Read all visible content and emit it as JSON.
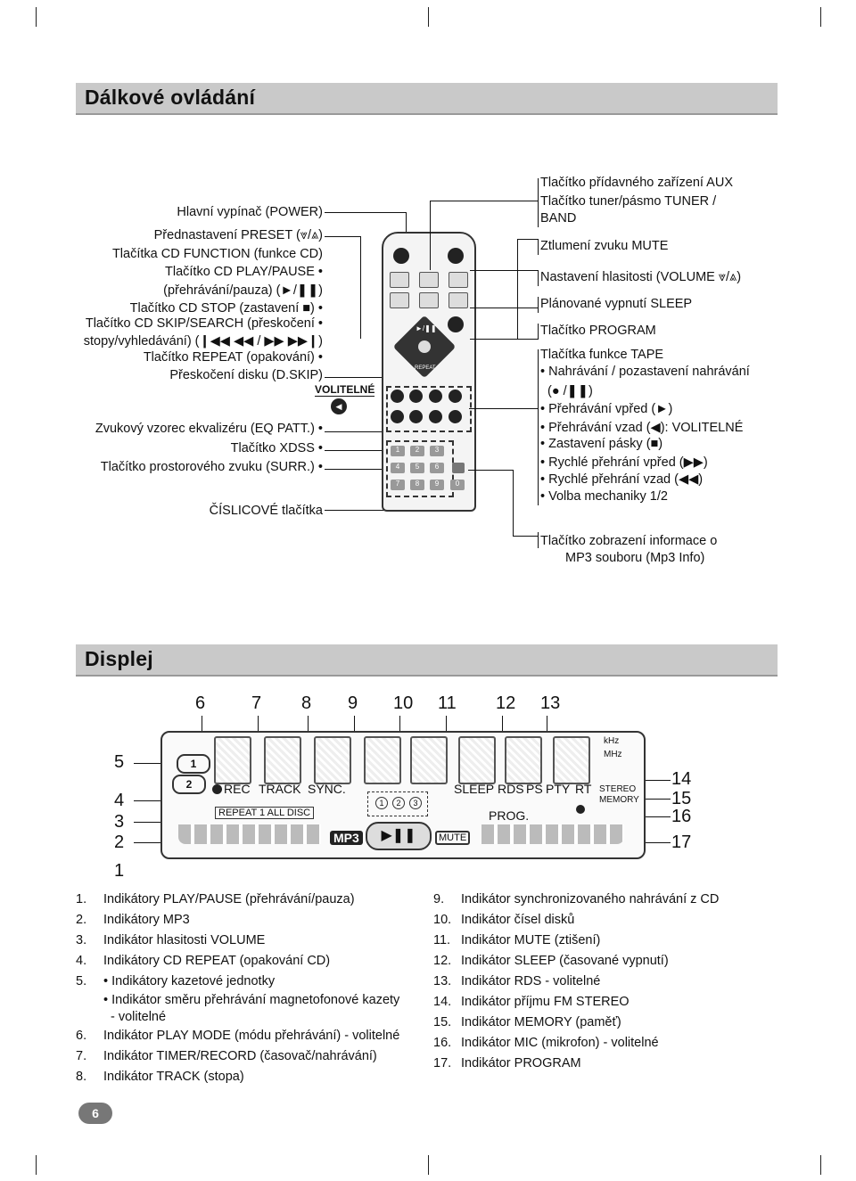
{
  "section1": {
    "title": "Dálkové ovládání"
  },
  "remote": {
    "left_labels": [
      "Hlavní vypínač (POWER)",
      "Přednastavení PRESET (⩔/⩓)",
      "Tlačítka CD FUNCTION (funkce CD)",
      "Tlačítko CD PLAY/PAUSE •",
      "(přehrávání/pauza) (►/❚❚)",
      "Tlačítko CD STOP (zastavení ■) •",
      "Tlačítko CD SKIP/SEARCH (přeskočení •",
      "stopy/vyhledávání) (❙◀◀ ◀◀ / ▶▶ ▶▶❙)",
      "Tlačítko REPEAT (opakování) •",
      "Přeskočení disku (D.SKIP)",
      "Zvukový vzorec ekvalizéru (EQ PATT.) •",
      "Tlačítko XDSS •",
      "Tlačítko prostorového zvuku (SURR.) •",
      "ČÍSLICOVÉ tlačítka"
    ],
    "volitelne": "VOLITELNÉ",
    "right_labels": [
      "Tlačítko přídavného zařízení AUX",
      "Tlačítko tuner/pásmo TUNER /",
      "BAND",
      "Ztlumení zvuku MUTE",
      "Nastavení hlasitosti (VOLUME ⩔/⩓)",
      "Plánované vypnutí SLEEP",
      "Tlačítko PROGRAM",
      "Tlačítka funkce TAPE",
      "• Nahrávání / pozastavení nahrávání",
      "(● /❚❚)",
      "• Přehrávání vpřed (►)",
      "• Přehrávání vzad (◀): VOLITELNÉ",
      "• Zastavení pásky (■)",
      "• Rychlé přehrání vpřed (▶▶)",
      "• Rychlé přehrání vzad (◀◀)",
      "• Volba mechaniky 1/2",
      "Tlačítko zobrazení informace o",
      "MP3 souboru (Mp3 Info)"
    ],
    "remote_text": {
      "play_pause": "►/❚❚",
      "repeat": "REPEAT",
      "digits": [
        "1",
        "2",
        "3",
        "4",
        "5",
        "6",
        "7",
        "8",
        "9",
        "0"
      ]
    }
  },
  "section2": {
    "title": "Displej"
  },
  "display": {
    "top_numbers": [
      "6",
      "7",
      "8",
      "9",
      "10",
      "11",
      "12",
      "13"
    ],
    "left_numbers": [
      "5",
      "4",
      "3",
      "2",
      "1"
    ],
    "right_numbers": [
      "14",
      "15",
      "16",
      "17"
    ],
    "lcd": {
      "rec": "REC",
      "track": "TRACK",
      "sync": "SYNC.",
      "repeat": "REPEAT 1 ALL DISC",
      "sleep": "SLEEP",
      "rds": "RDS",
      "ps": "PS",
      "pty": "PTY",
      "rt": "RT",
      "stereo": "STEREO",
      "memory": "MEMORY",
      "prog": "PROG.",
      "khz": "kHz",
      "mhz": "MHz",
      "mp3": "MP3",
      "mute": "MUTE",
      "disc_nums": [
        "1",
        "2",
        "3"
      ],
      "tape1": "1",
      "tape2": "2"
    }
  },
  "legend_left": [
    {
      "n": "1.",
      "t": "Indikátory PLAY/PAUSE (přehrávání/pauza)"
    },
    {
      "n": "2.",
      "t": "Indikátory MP3"
    },
    {
      "n": "3.",
      "t": "Indikátor hlasitosti VOLUME"
    },
    {
      "n": "4.",
      "t": "Indikátory CD REPEAT (opakování CD)"
    },
    {
      "n": "5.",
      "t": "• Indikátory kazetové jednotky"
    },
    {
      "n": "",
      "t": "• Indikátor směru přehrávání magnetofonové kazety"
    },
    {
      "n": "",
      "t": "- volitelné"
    },
    {
      "n": "6.",
      "t": "Indikátor PLAY MODE (módu přehrávání) - volitelné"
    },
    {
      "n": "7.",
      "t": "Indikátor TIMER/RECORD (časovač/nahrávání)"
    },
    {
      "n": "8.",
      "t": "Indikátor TRACK (stopa)"
    }
  ],
  "legend_right": [
    {
      "n": "9.",
      "t": "Indikátor synchronizovaného nahrávání z CD"
    },
    {
      "n": "10.",
      "t": "Indikátor čísel disků"
    },
    {
      "n": "11.",
      "t": "Indikátor MUTE (ztišení)"
    },
    {
      "n": "12.",
      "t": "Indikátor SLEEP (časované vypnutí)"
    },
    {
      "n": "13.",
      "t": "Indikátor RDS - volitelné"
    },
    {
      "n": "14.",
      "t": "Indikátor příjmu FM STEREO"
    },
    {
      "n": "15.",
      "t": "Indikátor MEMORY (paměť)"
    },
    {
      "n": "16.",
      "t": "Indikátor MIC (mikrofon) - volitelné"
    },
    {
      "n": "17.",
      "t": "Indikátor PROGRAM"
    }
  ],
  "page_number": "6"
}
